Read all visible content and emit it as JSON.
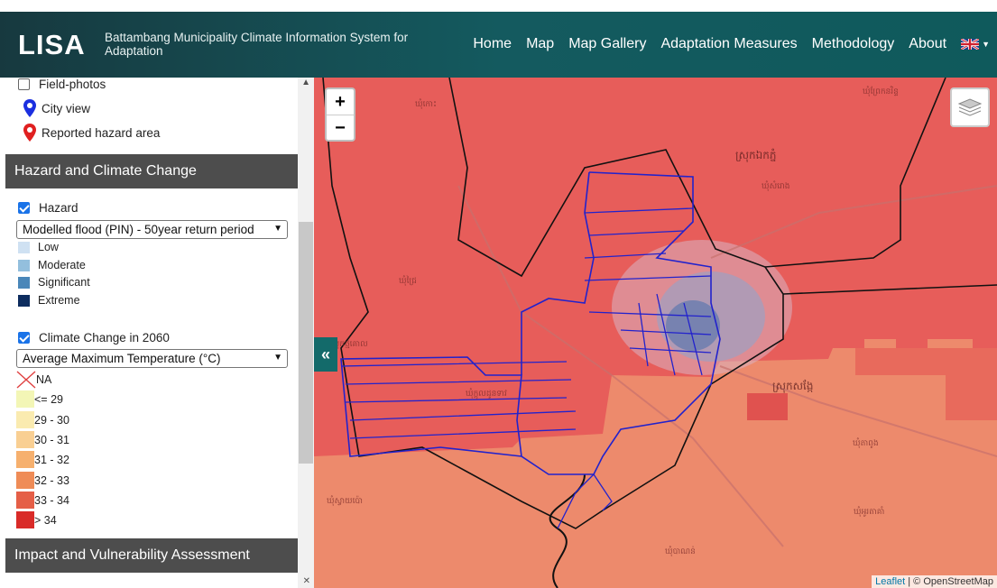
{
  "header": {
    "logo": "LISA",
    "subtitle": "Battambang Municipality Climate Information System for Adaptation",
    "nav": [
      "Home",
      "Map",
      "Map Gallery",
      "Adaptation Measures",
      "Methodology",
      "About"
    ]
  },
  "sidebar": {
    "layers": {
      "field_photos": "Field-photos",
      "city_view": "City view",
      "reported_hazard": "Reported hazard area"
    },
    "hazard_section": {
      "title": "Hazard and Climate Change",
      "hazard_label": "Hazard",
      "hazard_select": "Modelled flood (PIN) - 50year return period",
      "hazard_legend": [
        {
          "label": "Low",
          "color": "#cfe1f2"
        },
        {
          "label": "Moderate",
          "color": "#93bfdd"
        },
        {
          "label": "Significant",
          "color": "#4a87b9"
        },
        {
          "label": "Extreme",
          "color": "#0d2c5e"
        }
      ],
      "climate_label": "Climate Change in 2060",
      "climate_select": "Average Maximum Temperature (°C)",
      "na_label": "NA",
      "climate_legend": [
        {
          "label": "<= 29",
          "color": "#f3f6b6"
        },
        {
          "label": "29 - 30",
          "color": "#faebb0"
        },
        {
          "label": "30 - 31",
          "color": "#f9cf93"
        },
        {
          "label": "31 - 32",
          "color": "#f6b06e"
        },
        {
          "label": "32 - 33",
          "color": "#ef8c57"
        },
        {
          "label": "33 - 34",
          "color": "#e55f47"
        },
        {
          "label": "> 34",
          "color": "#d92b28"
        }
      ]
    },
    "impact_section": {
      "title": "Impact and Vulnerability Assessment"
    }
  },
  "map": {
    "zoom_in": "+",
    "zoom_out": "−",
    "collapse": "«",
    "attribution_leaflet": "Leaflet",
    "attribution_osm": " | © OpenStreetMap",
    "places": {
      "p1": "ស្រុកឯកភ្នំ",
      "p2": "ស្រុកសង្កែ",
      "p3": "ឃុំកោះ",
      "p4": "ឃុំជ្រៃ",
      "p5": "ឃុំព្រែកនរិន្ទ",
      "p6": "ឃុំសំរោង",
      "p7": "ស្រុកថ្មគោល",
      "p8": "ឃុំតាពូង",
      "p9": "ឃុំអូរតាគាំ",
      "p10": "ឃុំបាណន់",
      "p11": "ឃុំក្ដុលដូនទាវ",
      "p12": "ឃុំស្វាយប៉ោ"
    },
    "colors": {
      "hot": "#e75d5a",
      "warm": "#ed8a6c",
      "boundary": "#2222cc",
      "border": "#111111"
    }
  }
}
